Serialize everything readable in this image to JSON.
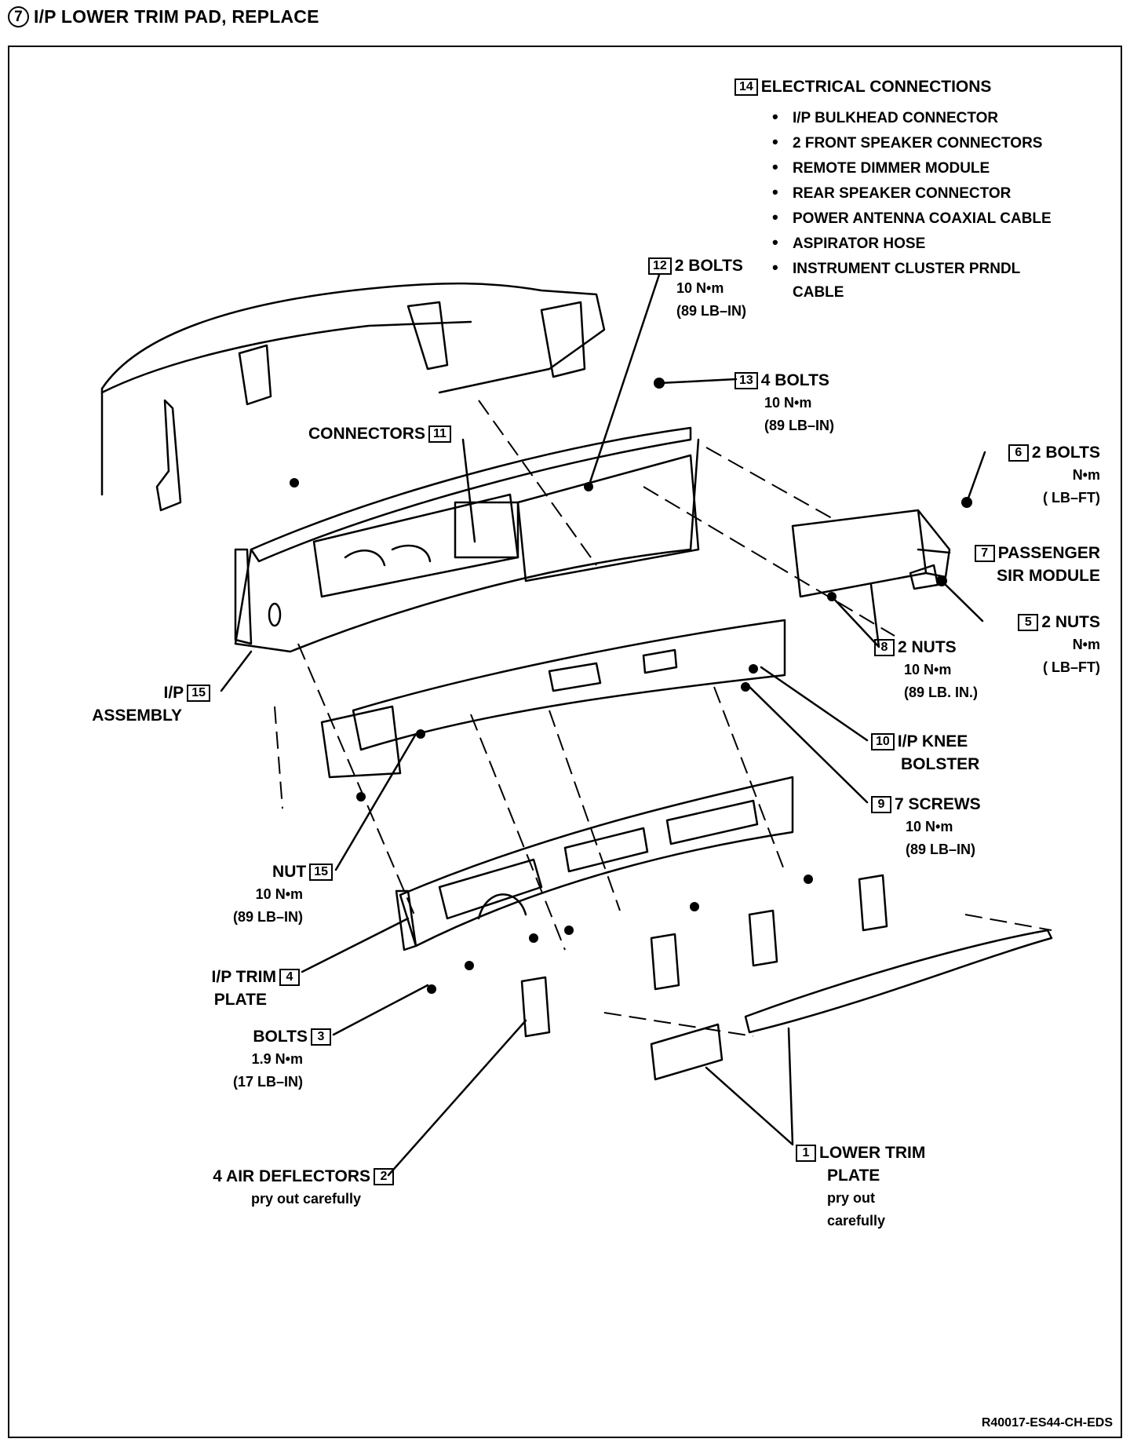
{
  "title": {
    "number": "7",
    "text": "I/P LOWER TRIM PAD, REPLACE"
  },
  "drawing_code": "R40017-ES44-CH-EDS",
  "callouts": {
    "c14": {
      "num": "14",
      "text": "ELECTRICAL CONNECTIONS",
      "items": [
        "I/P BULKHEAD CONNECTOR",
        "2 FRONT SPEAKER CONNECTORS",
        "REMOTE DIMMER MODULE",
        "REAR SPEAKER CONNECTOR",
        "POWER ANTENNA COAXIAL CABLE",
        "ASPIRATOR HOSE",
        "INSTRUMENT CLUSTER PRNDL"
      ],
      "item_cont": "CABLE"
    },
    "c12": {
      "num": "12",
      "text": "2 BOLTS",
      "torque": "10 N•m",
      "spec": "(89 LB–IN)"
    },
    "c13": {
      "num": "13",
      "text": "4 BOLTS",
      "torque": "10 N•m",
      "spec": "(89 LB–IN)"
    },
    "c11": {
      "num": "11",
      "text": "CONNECTORS"
    },
    "c6": {
      "num": "6",
      "text": "2 BOLTS",
      "torque": "N•m",
      "spec": "(  LB–FT)"
    },
    "c7": {
      "num": "7",
      "text": "PASSENGER",
      "text2": "SIR MODULE"
    },
    "c5": {
      "num": "5",
      "text": "2 NUTS",
      "torque": "N•m",
      "spec": "(  LB–FT)"
    },
    "c8": {
      "num": "8",
      "text": "2 NUTS",
      "torque": "10 N•m",
      "spec": "(89 LB. IN.)"
    },
    "c15a": {
      "num": "15",
      "text": "I/P",
      "text2": "ASSEMBLY"
    },
    "c10": {
      "num": "10",
      "text": "I/P KNEE",
      "text2": "BOLSTER"
    },
    "c9": {
      "num": "9",
      "text": "7 SCREWS",
      "torque": "10 N•m",
      "spec": "(89 LB–IN)"
    },
    "c15b": {
      "num": "15",
      "text": "NUT",
      "torque": "10 N•m",
      "spec": "(89 LB–IN)"
    },
    "c4": {
      "num": "4",
      "text": "I/P TRIM",
      "text2": "PLATE"
    },
    "c3": {
      "num": "3",
      "text": "BOLTS",
      "torque": "1.9 N•m",
      "spec": "(17 LB–IN)"
    },
    "c2": {
      "num": "2",
      "text": "4 AIR DEFLECTORS",
      "note": "pry out carefully"
    },
    "c1": {
      "num": "1",
      "text": "LOWER TRIM",
      "text2": "PLATE",
      "note": "pry out",
      "note2": "carefully"
    }
  }
}
